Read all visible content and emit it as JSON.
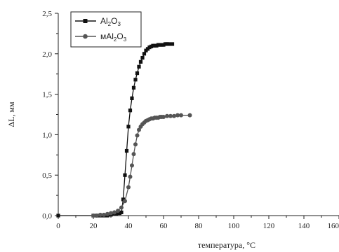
{
  "chart_data": {
    "type": "line",
    "xlabel": "температура, °C",
    "ylabel": "ΔL, мм",
    "xlim": [
      0,
      160
    ],
    "ylim": [
      0,
      2.5
    ],
    "x_ticks": [
      "0",
      "20",
      "40",
      "60",
      "80",
      "100",
      "120",
      "140",
      "160"
    ],
    "y_ticks": [
      "0,0",
      "0,5",
      "1,0",
      "1,5",
      "2,0",
      "2,5"
    ],
    "legend_position": "top-left",
    "grid": false,
    "series": [
      {
        "name": "Al2O3",
        "marker": "square",
        "color": "#111111",
        "x": [
          0,
          20,
          22,
          24,
          26,
          28,
          30,
          32,
          33,
          34,
          35,
          36,
          37,
          38,
          39,
          40,
          41,
          42,
          43,
          44,
          45,
          46,
          47,
          48,
          49,
          50,
          51,
          52,
          53,
          54,
          55,
          56,
          57,
          58,
          59,
          60,
          61,
          62,
          63,
          65
        ],
        "y": [
          0.0,
          0.0,
          0.0,
          0.0,
          0.0,
          0.0,
          0.01,
          0.02,
          0.02,
          0.03,
          0.03,
          0.04,
          0.2,
          0.5,
          0.8,
          1.1,
          1.3,
          1.45,
          1.58,
          1.68,
          1.76,
          1.84,
          1.9,
          1.95,
          2.0,
          2.04,
          2.06,
          2.08,
          2.09,
          2.1,
          2.1,
          2.1,
          2.11,
          2.11,
          2.11,
          2.11,
          2.12,
          2.12,
          2.12,
          2.12
        ]
      },
      {
        "name": "мAl2O3",
        "marker": "circle",
        "color": "#555555",
        "x": [
          20,
          22,
          24,
          26,
          28,
          30,
          32,
          34,
          36,
          38,
          40,
          41,
          42,
          43,
          44,
          45,
          46,
          47,
          48,
          49,
          50,
          51,
          52,
          53,
          54,
          55,
          56,
          57,
          58,
          59,
          60,
          62,
          64,
          66,
          68,
          70,
          75
        ],
        "y": [
          0.0,
          0.0,
          0.01,
          0.01,
          0.02,
          0.03,
          0.04,
          0.06,
          0.1,
          0.18,
          0.35,
          0.48,
          0.62,
          0.76,
          0.88,
          0.99,
          1.06,
          1.1,
          1.13,
          1.15,
          1.17,
          1.18,
          1.19,
          1.2,
          1.2,
          1.21,
          1.21,
          1.21,
          1.22,
          1.22,
          1.22,
          1.23,
          1.23,
          1.23,
          1.24,
          1.24,
          1.24
        ]
      }
    ]
  }
}
